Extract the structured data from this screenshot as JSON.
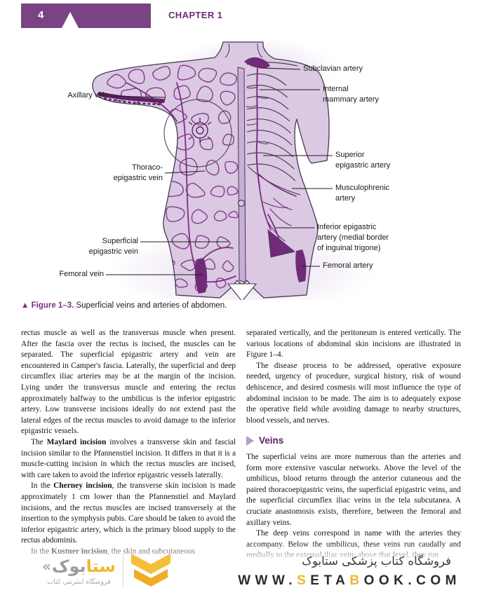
{
  "page": {
    "number": "4",
    "chapter": "CHAPTER 1"
  },
  "figure": {
    "caption_label": "▲ Figure 1–3.",
    "caption_text": " Superficial veins and arteries of abdomen.",
    "labels_left": [
      {
        "lines": [
          "Axillary vein"
        ]
      },
      {
        "lines": [
          "Thoraco-",
          "epigastric vein"
        ]
      },
      {
        "lines": [
          "Superficial",
          "epigastric vein"
        ]
      },
      {
        "lines": [
          "Femoral vein"
        ]
      }
    ],
    "labels_right": [
      {
        "lines": [
          "Subclavian artery"
        ]
      },
      {
        "lines": [
          "Internal",
          "mammary artery"
        ]
      },
      {
        "lines": [
          "Superior",
          "epigastric artery"
        ]
      },
      {
        "lines": [
          "Musculophrenic",
          "artery"
        ]
      },
      {
        "lines": [
          "Inferior epigastric",
          "artery (medial border",
          "of inguinal trigone)"
        ]
      },
      {
        "lines": [
          "Femoral artery"
        ]
      }
    ]
  },
  "body": {
    "left_column": [
      {
        "indent": false,
        "segments": [
          {
            "text": "rectus muscle as well as the transversus muscle when present. After the fascia over the rectus is incised, the muscles can be separated. The superficial epigastric artery and vein are encountered in Camper's fascia. Laterally, the superficial and deep circumflex iliac arteries may be at the margin of the incision. Lying under the transversus muscle and entering the rectus approximately halfway to the umbilicus is the inferior epigastric artery. Low transverse incisions ideally do not extend past the lateral edges of the rectus muscles to avoid damage to the inferior epigastric vessels."
          }
        ]
      },
      {
        "indent": true,
        "segments": [
          {
            "text": "The "
          },
          {
            "text": "Maylard incision",
            "bold": true
          },
          {
            "text": " involves a transverse skin and fascial incision similar to the Pfannenstiel incision. It differs in that it is a muscle-cutting incision in which the rectus muscles are incised, with care taken to avoid the inferior epigastric vessels laterally."
          }
        ]
      },
      {
        "indent": true,
        "segments": [
          {
            "text": "In the "
          },
          {
            "text": "Cherney incision",
            "bold": true
          },
          {
            "text": ", the transverse skin incision is made approximately 1 cm lower than the Pfannenstiel and Maylard incisions, and the rectus muscles are incised transversely at the insertion to the symphysis pubis. Care should be taken to avoid the inferior epigastric artery, which is the primary blood supply to the rectus abdominis."
          }
        ]
      },
      {
        "indent": true,
        "segments": [
          {
            "text": "In the "
          },
          {
            "text": "Kustner incision",
            "bold": true
          },
          {
            "text": ", the skin and subcutaneous"
          }
        ]
      }
    ],
    "right_column_top": [
      {
        "indent": false,
        "segments": [
          {
            "text": "separated vertically, and the peritoneum is entered vertically. The various locations of abdominal skin incisions are illustrated in Figure 1–4."
          }
        ]
      },
      {
        "indent": true,
        "segments": [
          {
            "text": "The disease process to be addressed, operative exposure needed, urgency of procedure, surgical history, risk of wound dehiscence, and desired cosmesis will most influence the type of abdominal incision to be made. The aim is to adequately expose the operative field while avoiding damage to nearby structures, blood vessels, and nerves."
          }
        ]
      }
    ],
    "veins_heading": "Veins",
    "right_column_bottom": [
      {
        "indent": false,
        "segments": [
          {
            "text": "The superficial veins are more numerous than the arteries and form more extensive vascular networks. Above the level of the umbilicus, blood returns through the anterior cutaneous and the paired thoracoepigastric veins, the superficial epigastric veins, and the superficial circumflex iliac veins in the tela subcutanea. A cruciate anastomosis exists, therefore, between the femoral and axillary veins."
          }
        ]
      },
      {
        "indent": true,
        "segments": [
          {
            "text": "The deep veins correspond in name with the arteries they accompany. Below the umbilicus, these veins run caudally and medially to the external iliac vein; above that level, they run"
          }
        ]
      }
    ]
  },
  "watermark": {
    "wordmark_prefix": "«",
    "wordmark_start": "ستا",
    "wordmark_end": "بوک",
    "logo_subtitle": "فروشگاه اینترنتی کتاب",
    "store_line": "فروشگاه کتاب پزشکی ستابوک",
    "url_segments": [
      {
        "text": "WWW."
      },
      {
        "text": "S",
        "cls": "yellow"
      },
      {
        "text": "ETA"
      },
      {
        "text": "B",
        "cls": "yellow"
      },
      {
        "text": "OOK.COM"
      }
    ]
  },
  "colors": {
    "banner_purple": "#7A4484",
    "chapter_purple": "#6B2D76",
    "figure_label_purple": "#7B2F82",
    "heading_purple": "#5A2166",
    "arrow_lavender": "#B49BC9",
    "body_lavender": "#DBC8E3",
    "vein_purple": "#7B2F82",
    "accent_yellow": "#F2B72E"
  }
}
